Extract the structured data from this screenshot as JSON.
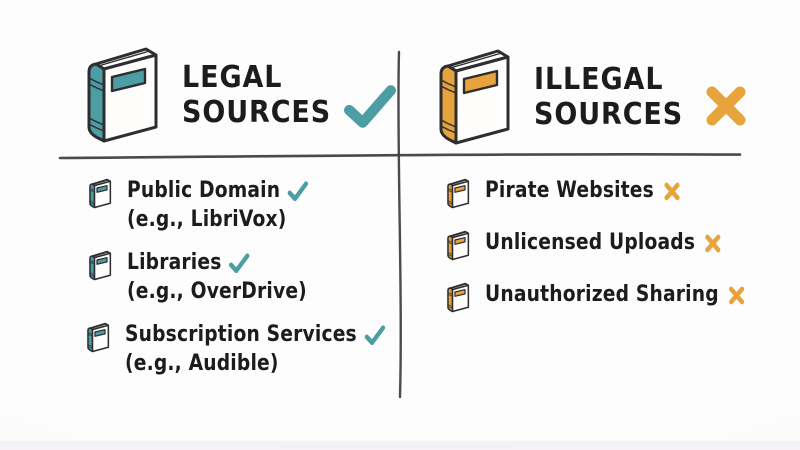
{
  "colors": {
    "teal": "#4C9EA4",
    "orange": "#E7A33C",
    "ink": "#1C1C1E",
    "outline": "#2E2D2F",
    "divider": "#3C3C3E",
    "background": "#FCFBFC",
    "footer_strip": "#F4F2F6"
  },
  "columns": {
    "legal": {
      "title_line1": "LEGAL",
      "title_line2": "SOURCES",
      "mark": "check",
      "items": [
        {
          "label": "Public Domain",
          "example": "(e.g., LibriVox)"
        },
        {
          "label": "Libraries",
          "example": "(e.g., OverDrive)"
        },
        {
          "label": "Subscription Services",
          "example": "(e.g., Audible)"
        }
      ]
    },
    "illegal": {
      "title_line1": "ILLEGAL",
      "title_line2": "SOURCES",
      "mark": "cross",
      "items": [
        {
          "label": "Pirate Websites"
        },
        {
          "label": "Unlicensed Uploads"
        },
        {
          "label": "Unauthorized Sharing"
        }
      ]
    }
  }
}
